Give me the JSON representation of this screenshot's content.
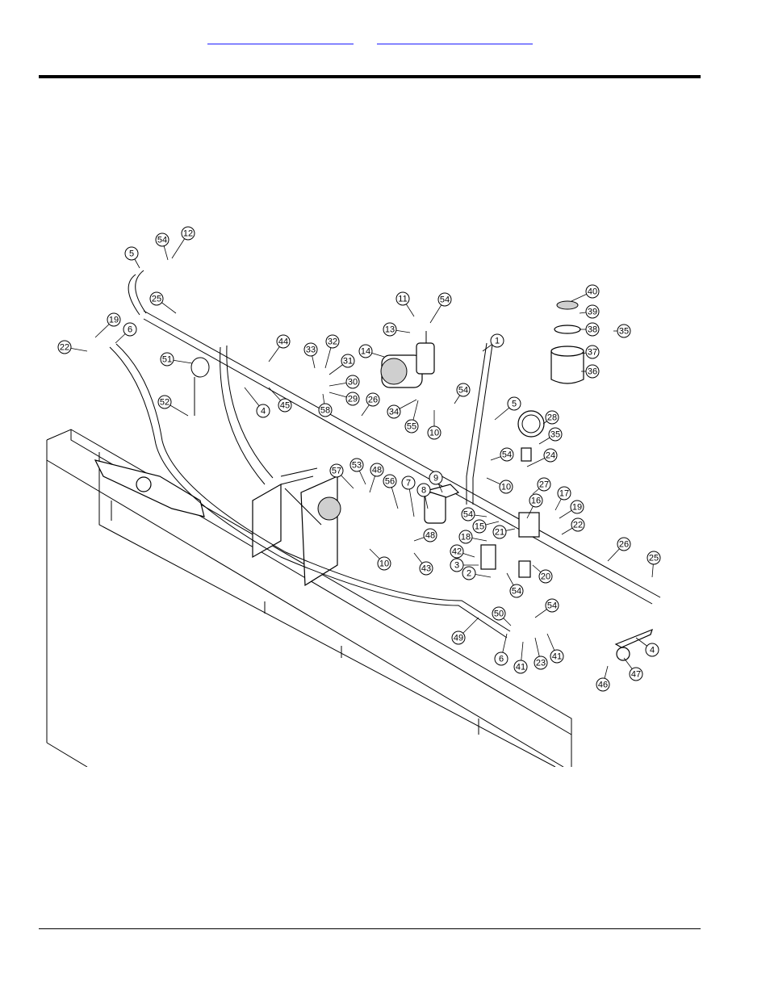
{
  "header": {
    "link_a": "",
    "link_b": ""
  },
  "diagram": {
    "callouts": [
      {
        "id": "c1",
        "label": "1"
      },
      {
        "id": "c2",
        "label": "2"
      },
      {
        "id": "c3",
        "label": "3"
      },
      {
        "id": "c4a",
        "label": "4"
      },
      {
        "id": "c4b",
        "label": "4"
      },
      {
        "id": "c5a",
        "label": "5"
      },
      {
        "id": "c5b",
        "label": "5"
      },
      {
        "id": "c6a",
        "label": "6"
      },
      {
        "id": "c6b",
        "label": "6"
      },
      {
        "id": "c7",
        "label": "7"
      },
      {
        "id": "c8",
        "label": "8"
      },
      {
        "id": "c9",
        "label": "9"
      },
      {
        "id": "c10a",
        "label": "10"
      },
      {
        "id": "c10b",
        "label": "10"
      },
      {
        "id": "c10c",
        "label": "10"
      },
      {
        "id": "c11",
        "label": "11"
      },
      {
        "id": "c12",
        "label": "12"
      },
      {
        "id": "c13",
        "label": "13"
      },
      {
        "id": "c14",
        "label": "14"
      },
      {
        "id": "c15",
        "label": "15"
      },
      {
        "id": "c16",
        "label": "16"
      },
      {
        "id": "c17",
        "label": "17"
      },
      {
        "id": "c18",
        "label": "18"
      },
      {
        "id": "c19a",
        "label": "19"
      },
      {
        "id": "c19b",
        "label": "19"
      },
      {
        "id": "c20",
        "label": "20"
      },
      {
        "id": "c21",
        "label": "21"
      },
      {
        "id": "c22a",
        "label": "22"
      },
      {
        "id": "c22b",
        "label": "22"
      },
      {
        "id": "c23",
        "label": "23"
      },
      {
        "id": "c24",
        "label": "24"
      },
      {
        "id": "c25a",
        "label": "25"
      },
      {
        "id": "c25b",
        "label": "25"
      },
      {
        "id": "c26a",
        "label": "26"
      },
      {
        "id": "c26b",
        "label": "26"
      },
      {
        "id": "c27",
        "label": "27"
      },
      {
        "id": "c28",
        "label": "28"
      },
      {
        "id": "c29",
        "label": "29"
      },
      {
        "id": "c30",
        "label": "30"
      },
      {
        "id": "c31",
        "label": "31"
      },
      {
        "id": "c32",
        "label": "32"
      },
      {
        "id": "c33",
        "label": "33"
      },
      {
        "id": "c34",
        "label": "34"
      },
      {
        "id": "c35a",
        "label": "35"
      },
      {
        "id": "c35b",
        "label": "35"
      },
      {
        "id": "c36",
        "label": "36"
      },
      {
        "id": "c37",
        "label": "37"
      },
      {
        "id": "c38",
        "label": "38"
      },
      {
        "id": "c39",
        "label": "39"
      },
      {
        "id": "c40",
        "label": "40"
      },
      {
        "id": "c41a",
        "label": "41"
      },
      {
        "id": "c41b",
        "label": "41"
      },
      {
        "id": "c42",
        "label": "42"
      },
      {
        "id": "c43",
        "label": "43"
      },
      {
        "id": "c44",
        "label": "44"
      },
      {
        "id": "c45",
        "label": "45"
      },
      {
        "id": "c46",
        "label": "46"
      },
      {
        "id": "c47",
        "label": "47"
      },
      {
        "id": "c48a",
        "label": "48"
      },
      {
        "id": "c48b",
        "label": "48"
      },
      {
        "id": "c49",
        "label": "49"
      },
      {
        "id": "c50",
        "label": "50"
      },
      {
        "id": "c51",
        "label": "51"
      },
      {
        "id": "c52",
        "label": "52"
      },
      {
        "id": "c53",
        "label": "53"
      },
      {
        "id": "c54a",
        "label": "54"
      },
      {
        "id": "c54b",
        "label": "54"
      },
      {
        "id": "c54c",
        "label": "54"
      },
      {
        "id": "c54d",
        "label": "54"
      },
      {
        "id": "c54e",
        "label": "54"
      },
      {
        "id": "c54f",
        "label": "54"
      },
      {
        "id": "c54g",
        "label": "54"
      },
      {
        "id": "c55",
        "label": "55"
      },
      {
        "id": "c56",
        "label": "56"
      },
      {
        "id": "c57",
        "label": "57"
      },
      {
        "id": "c58",
        "label": "58"
      }
    ]
  }
}
